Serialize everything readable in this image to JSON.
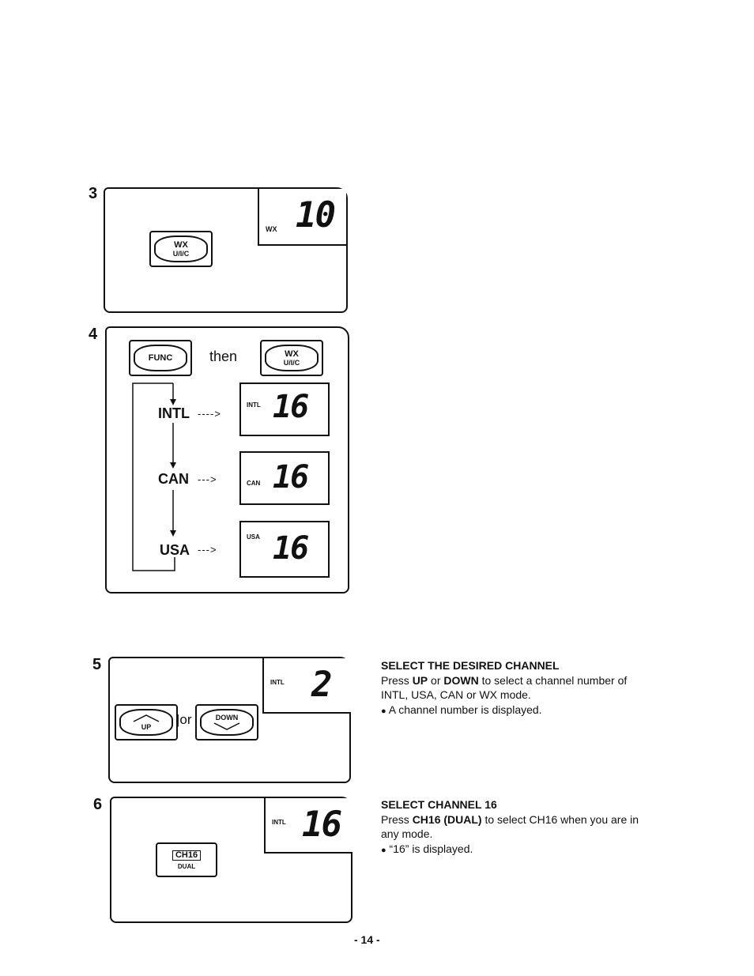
{
  "steps": {
    "s3": {
      "number": "3",
      "key": {
        "line1": "WX",
        "line2": "U/I/C"
      },
      "display": {
        "mode": "WX",
        "value": "10"
      }
    },
    "s4": {
      "number": "4",
      "key1": {
        "line1": "FUNC"
      },
      "then_label": "then",
      "key2": {
        "line1": "WX",
        "line2": "U/I/C"
      },
      "flow": [
        {
          "label": "INTL",
          "arrow": "---->",
          "mode": "INTL",
          "value": "16"
        },
        {
          "label": "CAN",
          "arrow": "--->",
          "mode": "CAN",
          "value": "16"
        },
        {
          "label": "USA",
          "arrow": "--->",
          "mode": "USA",
          "value": "16"
        }
      ]
    },
    "s5": {
      "number": "5",
      "up_key": "UP",
      "or_label": "or",
      "down_key": "DOWN",
      "display": {
        "mode": "INTL",
        "value": "2"
      },
      "heading": "SELECT THE DESIRED CHANNEL",
      "text_a": "Press ",
      "text_b": "UP",
      "text_c": " or ",
      "text_d": "DOWN",
      "text_e": " to select a channel number of INTL, USA, CAN or WX mode.",
      "bullet": "A channel number is displayed."
    },
    "s6": {
      "number": "6",
      "key": {
        "line1": "CH16",
        "line2": "DUAL"
      },
      "display": {
        "mode": "INTL",
        "value": "16"
      },
      "heading": "SELECT CHANNEL 16",
      "text_a": "Press ",
      "text_b": "CH16 (DUAL)",
      "text_c": " to select CH16 when you are in any mode.",
      "bullet": "“16” is displayed."
    }
  },
  "page_number": "- 14 -",
  "bullet_glyph": "●"
}
